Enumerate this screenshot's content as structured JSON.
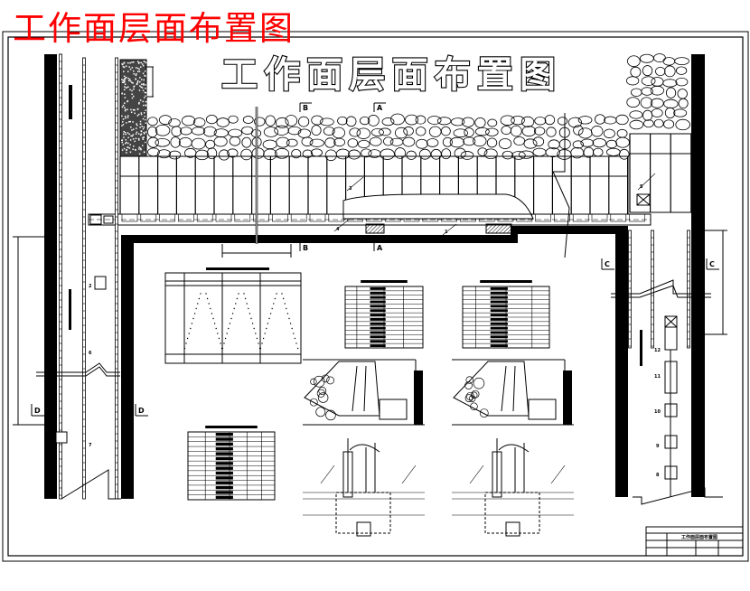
{
  "red_title": "工作面层面布置图",
  "drawing": {
    "main_title": "工作面层面布置图",
    "section_markers": {
      "a": "A",
      "b": "B",
      "c": "C",
      "d": "D"
    },
    "callouts": [
      "1",
      "2",
      "3",
      "4",
      "5",
      "6",
      "7",
      "8",
      "9",
      "10",
      "11",
      "12"
    ],
    "colors": {
      "red_title": "#ff0000",
      "lines": "#000000",
      "background": "#ffffff"
    }
  },
  "title_block": {
    "drawing_name": "工作面层面布置图"
  }
}
